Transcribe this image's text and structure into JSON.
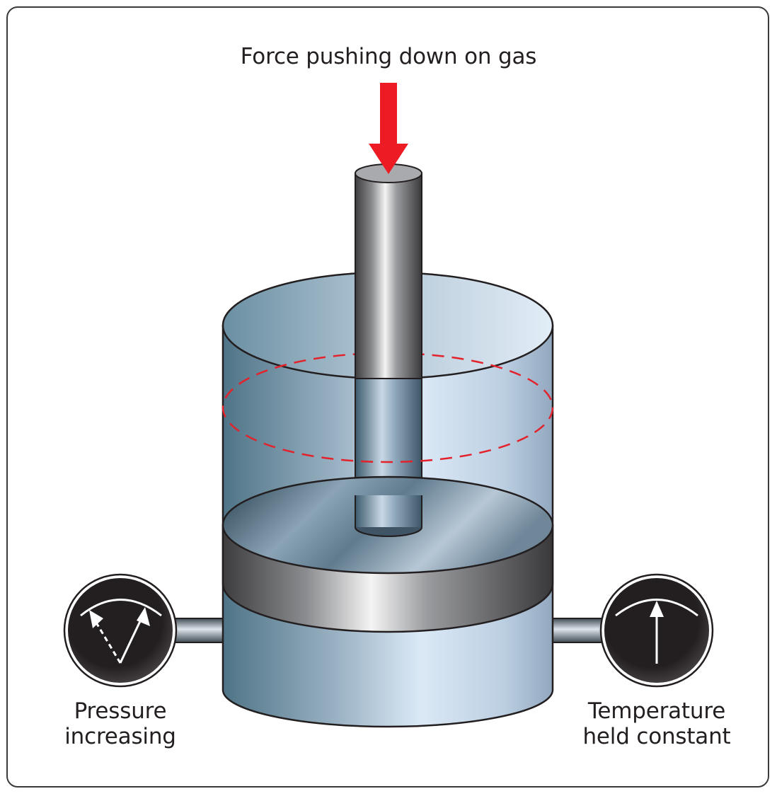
{
  "title": "Force pushing down on gas",
  "gauges": {
    "left": {
      "line1": "Pressure",
      "line2": "increasing",
      "icon": "pressure-gauge-icon"
    },
    "right": {
      "line1": "Temperature",
      "line2": "held constant",
      "icon": "temperature-gauge-icon"
    }
  },
  "colors": {
    "force_arrow": "#ed1c24",
    "previous_position": "#e3222b",
    "gauge_face": "#231f20",
    "cylinder_dark": "#4f7487",
    "cylinder_light": "#dbe9f6"
  }
}
